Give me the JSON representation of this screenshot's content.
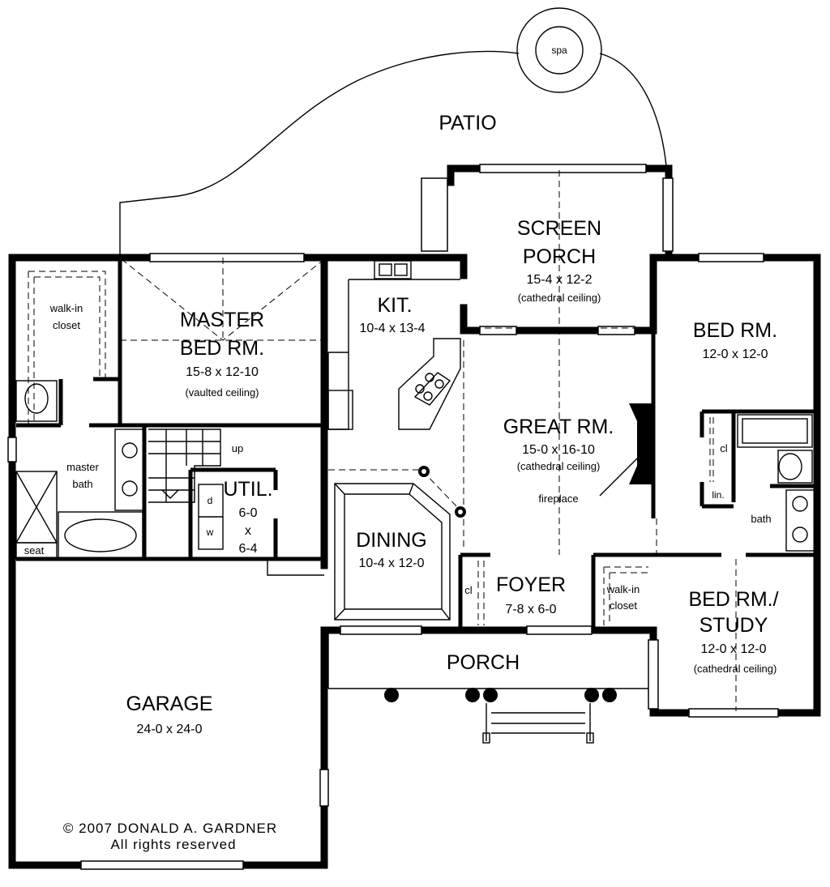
{
  "rooms": {
    "patio": "PATIO",
    "spa": "spa",
    "screen_porch": {
      "name1": "SCREEN",
      "name2": "PORCH",
      "dims": "15-4  x  12-2",
      "note": "(cathedral ceiling)"
    },
    "master_bed": {
      "name1": "MASTER",
      "name2": "BED  RM.",
      "dims": "15-8  x  12-10",
      "note": "(vaulted ceiling)"
    },
    "walk_in_closet_master": {
      "line1": "walk-in",
      "line2": "closet"
    },
    "kitchen": {
      "name": "KIT.",
      "dims": "10-4  x  13-4"
    },
    "bed_rm_right": {
      "name": "BED  RM.",
      "dims": "12-0  x  12-0"
    },
    "great_rm": {
      "name": "GREAT  RM.",
      "dims": "15-0  x  16-10",
      "note": "(cathedral ceiling)",
      "fireplace": "fireplace"
    },
    "master_bath": {
      "line1": "master",
      "line2": "bath",
      "seat": "seat"
    },
    "stairs": {
      "up": "up"
    },
    "util": {
      "name": "UTIL.",
      "d1": "6-0",
      "d2": "x",
      "d3": "6-4",
      "washer": "d",
      "dryer": "w"
    },
    "dining": {
      "name": "DINING",
      "dims": "10-4  x  12-0"
    },
    "foyer": {
      "name": "FOYER",
      "dims": "7-8  x  6-0",
      "cl": "cl"
    },
    "walk_in_closet_right": {
      "line1": "walk-in",
      "line2": "closet"
    },
    "bed_study": {
      "name1": "BED  RM./",
      "name2": "STUDY",
      "dims": "12-0  x  12-0",
      "note": "(cathedral ceiling)"
    },
    "hall_bath": {
      "cl": "cl",
      "lin": "lin.",
      "bath": "bath"
    },
    "porch": "PORCH",
    "garage": {
      "name": "GARAGE",
      "dims": "24-0  x  24-0"
    }
  },
  "copyright": {
    "line1": "©  2007  DONALD  A.  GARDNER",
    "line2": "All  rights  reserved"
  }
}
